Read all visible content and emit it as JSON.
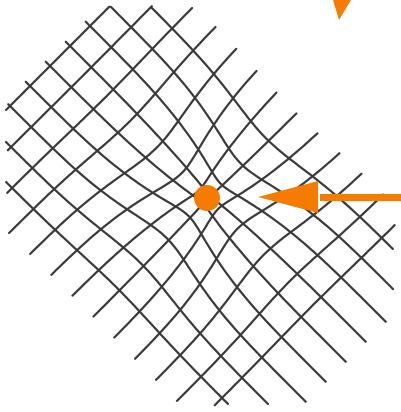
{
  "diagram": {
    "description_hidden": "",
    "colors": {
      "grid": "#3a3a3a",
      "accent": "#f57c00",
      "background": "#ffffff"
    },
    "marker": {
      "shape": "circle",
      "color": "#f57c00"
    },
    "pointer": {
      "direction": "left",
      "color": "#f57c00"
    },
    "corner_mark": {
      "shape": "wedge",
      "color": "#f57c00"
    }
  }
}
